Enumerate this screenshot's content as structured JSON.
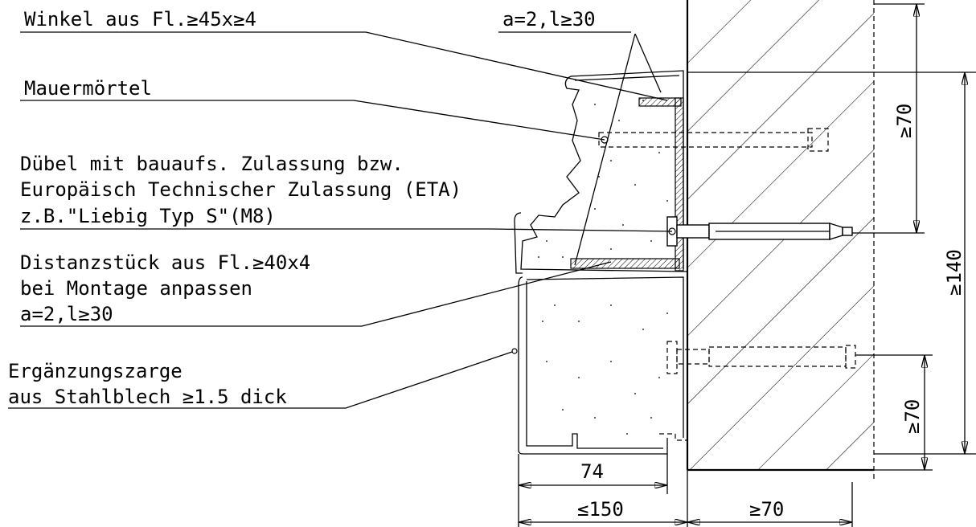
{
  "labels": {
    "winkel": "Winkel aus Fl.≥45x≥4",
    "spacing_top": "a=2,l≥30",
    "mauermoertel": "Mauermörtel",
    "duebel_1": "Dübel mit bauaufs. Zulassung bzw.",
    "duebel_2": "Europäisch Technischer Zulassung (ETA)",
    "duebel_3": "z.B.\"Liebig Typ S\"(M8)",
    "distanz_1": "Distanzstück aus Fl.≥40x4",
    "distanz_2": "bei Montage anpassen",
    "distanz_3": "a=2,l≥30",
    "zarge_1": "Ergänzungszarge",
    "zarge_2": "aus Stahlblech ≥1.5 dick"
  },
  "dimensions": {
    "d74": "74",
    "d150": "≤150",
    "d70_bottom": "≥70",
    "d70_upper": "≥70",
    "d140": "≥140",
    "d70_lower": "≥70"
  }
}
